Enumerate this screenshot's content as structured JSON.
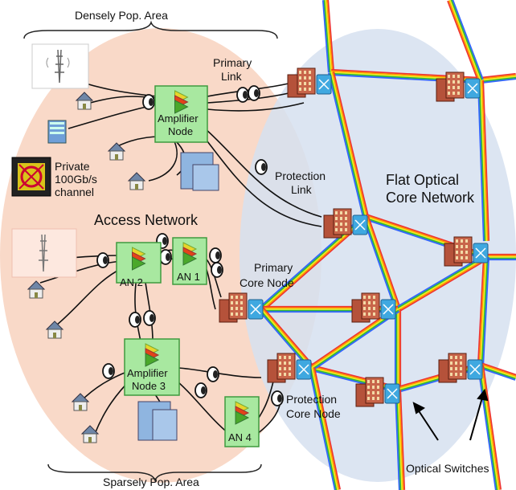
{
  "labels": {
    "top_area": "Densely Pop. Area",
    "bottom_area": "Sparsely Pop. Area",
    "primary_link": [
      "Primary",
      "Link"
    ],
    "amplifier_node": [
      "Amplifier",
      "Node"
    ],
    "private_channel": [
      "Private",
      "100Gb/s",
      "channel"
    ],
    "protection_link": [
      "Protection",
      "Link"
    ],
    "core_network": [
      "Flat Optical",
      "Core Network"
    ],
    "access_network": "Access Network",
    "an2": "AN 2",
    "an1": "AN 1",
    "primary_core_node": [
      "Primary",
      "Core Node"
    ],
    "amplifier_node3": [
      "Amplifier",
      "Node 3"
    ],
    "an4": "AN 4",
    "protection_core_node": [
      "Protection",
      "Core Node"
    ],
    "optical_switches": "Optical Switches"
  },
  "colors": {
    "access_region": "#f9d9c8",
    "core_region": "#d6e0f0",
    "node_box_fill": "#a8e8a0",
    "node_box_stroke": "#3f9a3f",
    "switch_fill": "#3fa8e0",
    "building": "#b5523a"
  }
}
